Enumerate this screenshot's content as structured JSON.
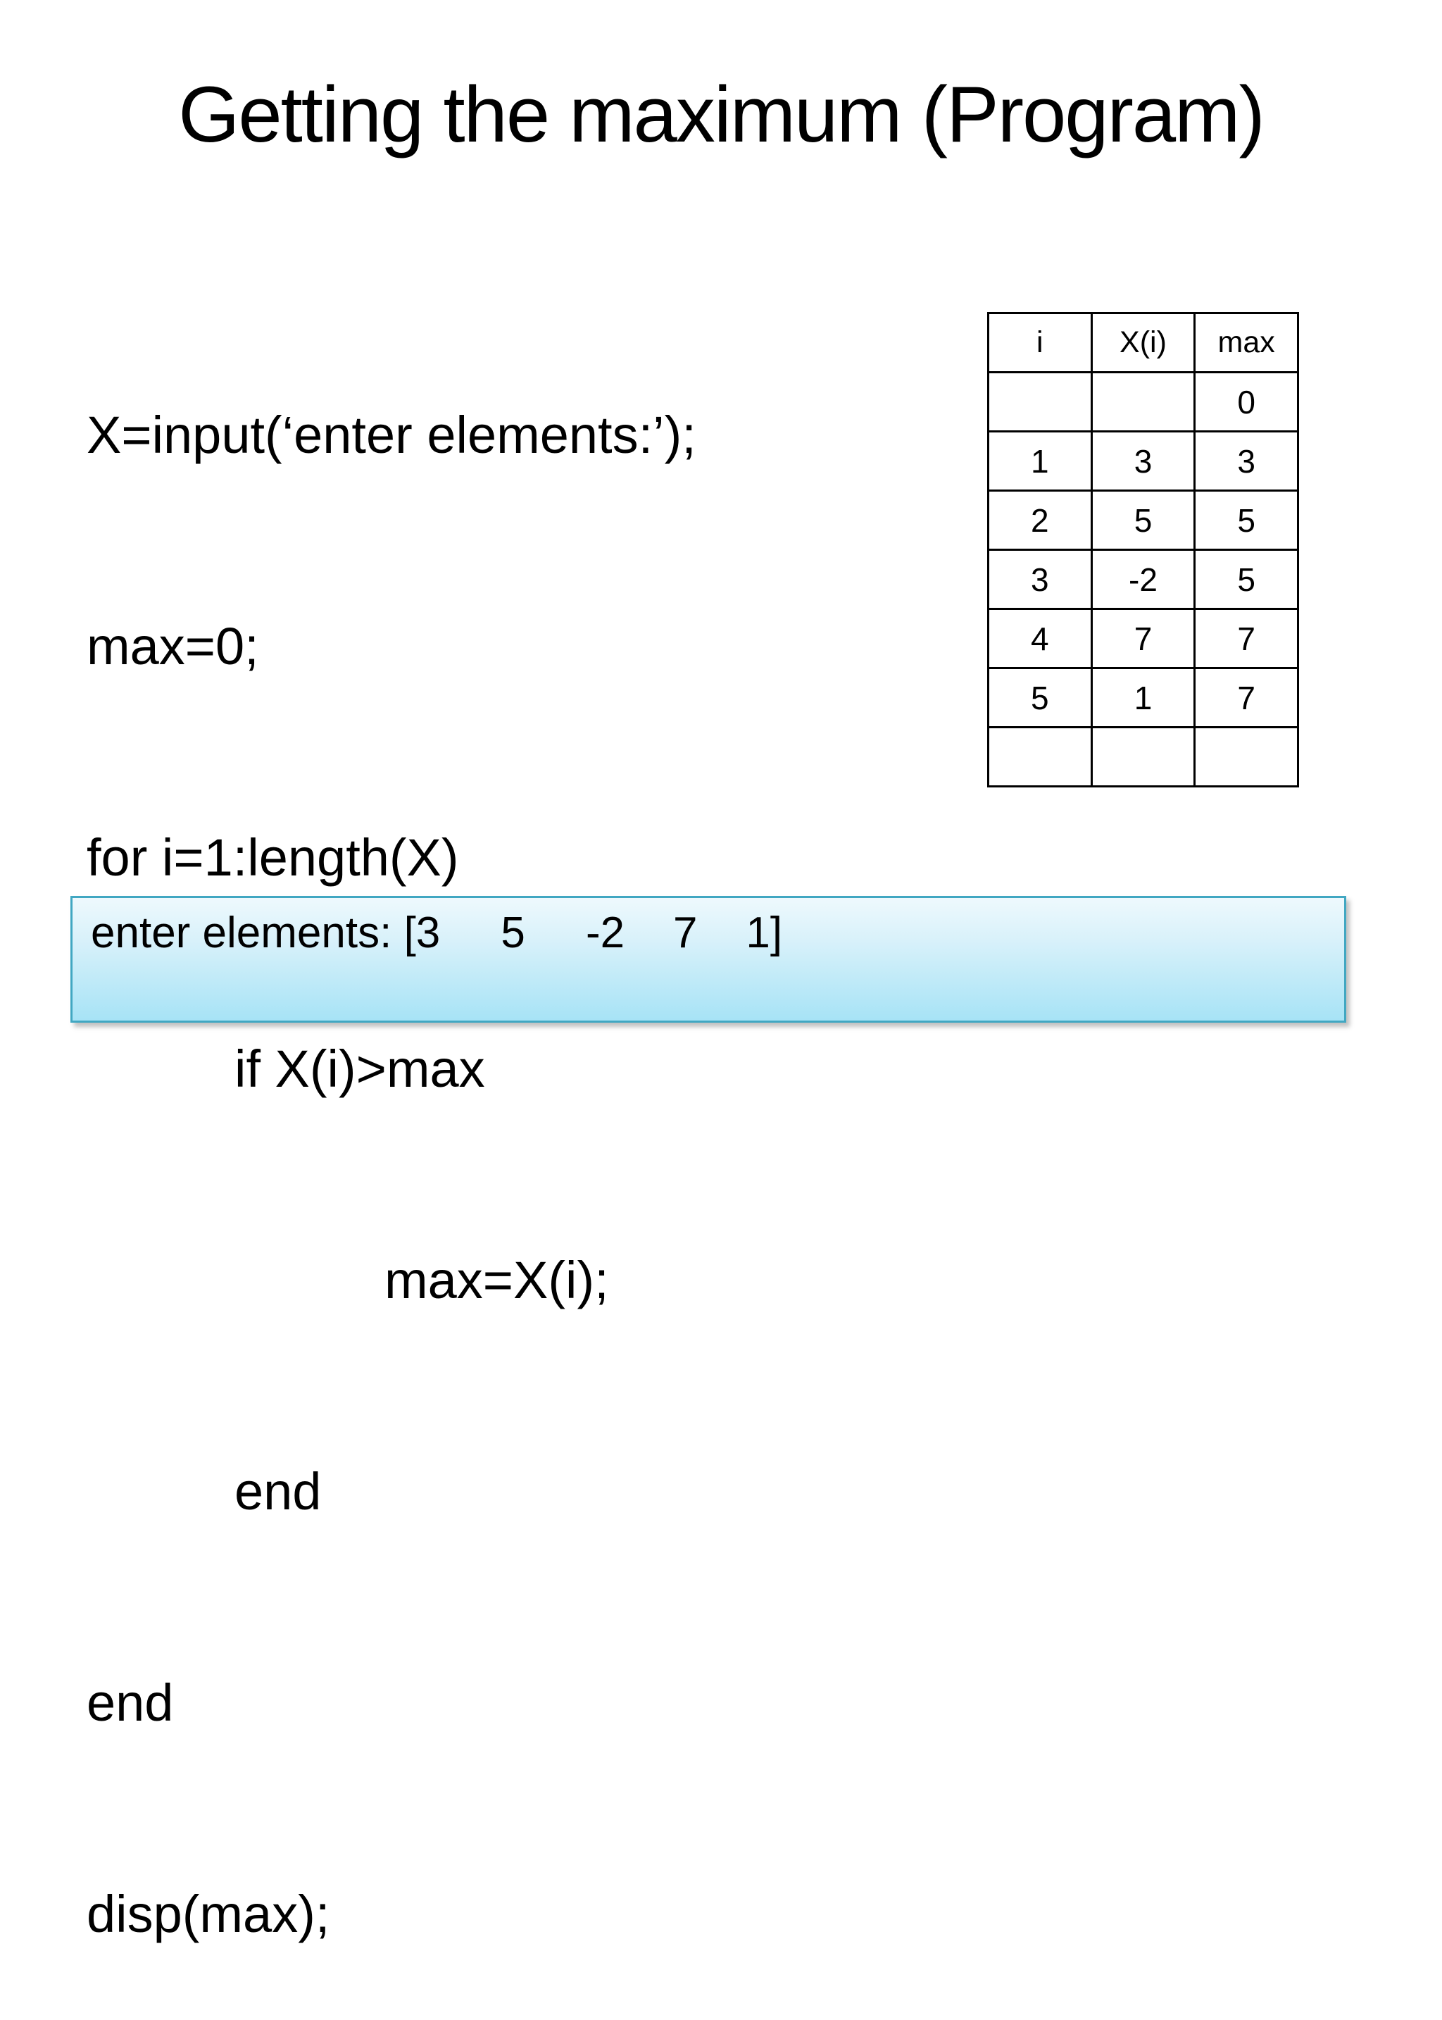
{
  "title": "Getting the maximum (Program)",
  "code": {
    "lines": [
      "X=input(‘enter elements:’);",
      "max=0;",
      "for i=1:length(X)",
      "if X(i)>max",
      "max=X(i);",
      "end",
      "end",
      "disp(max);"
    ]
  },
  "trace_table": {
    "headers": [
      "i",
      "X(i)",
      "max"
    ],
    "rows": [
      [
        "",
        "",
        "0"
      ],
      [
        "1",
        "3",
        "3"
      ],
      [
        "2",
        "5",
        "5"
      ],
      [
        "3",
        "-2",
        "5"
      ],
      [
        "4",
        "7",
        "7"
      ],
      [
        "5",
        "1",
        "7"
      ],
      [
        "",
        "",
        ""
      ]
    ]
  },
  "console_box": {
    "text": "enter elements: [3     5     -2    7    1]"
  },
  "colors": {
    "text": "#000000",
    "background": "#ffffff",
    "table_border": "#000000",
    "console_border": "#41a7c2",
    "console_gradient_top": "#eef9fd",
    "console_gradient_bottom": "#a7e3f6"
  }
}
